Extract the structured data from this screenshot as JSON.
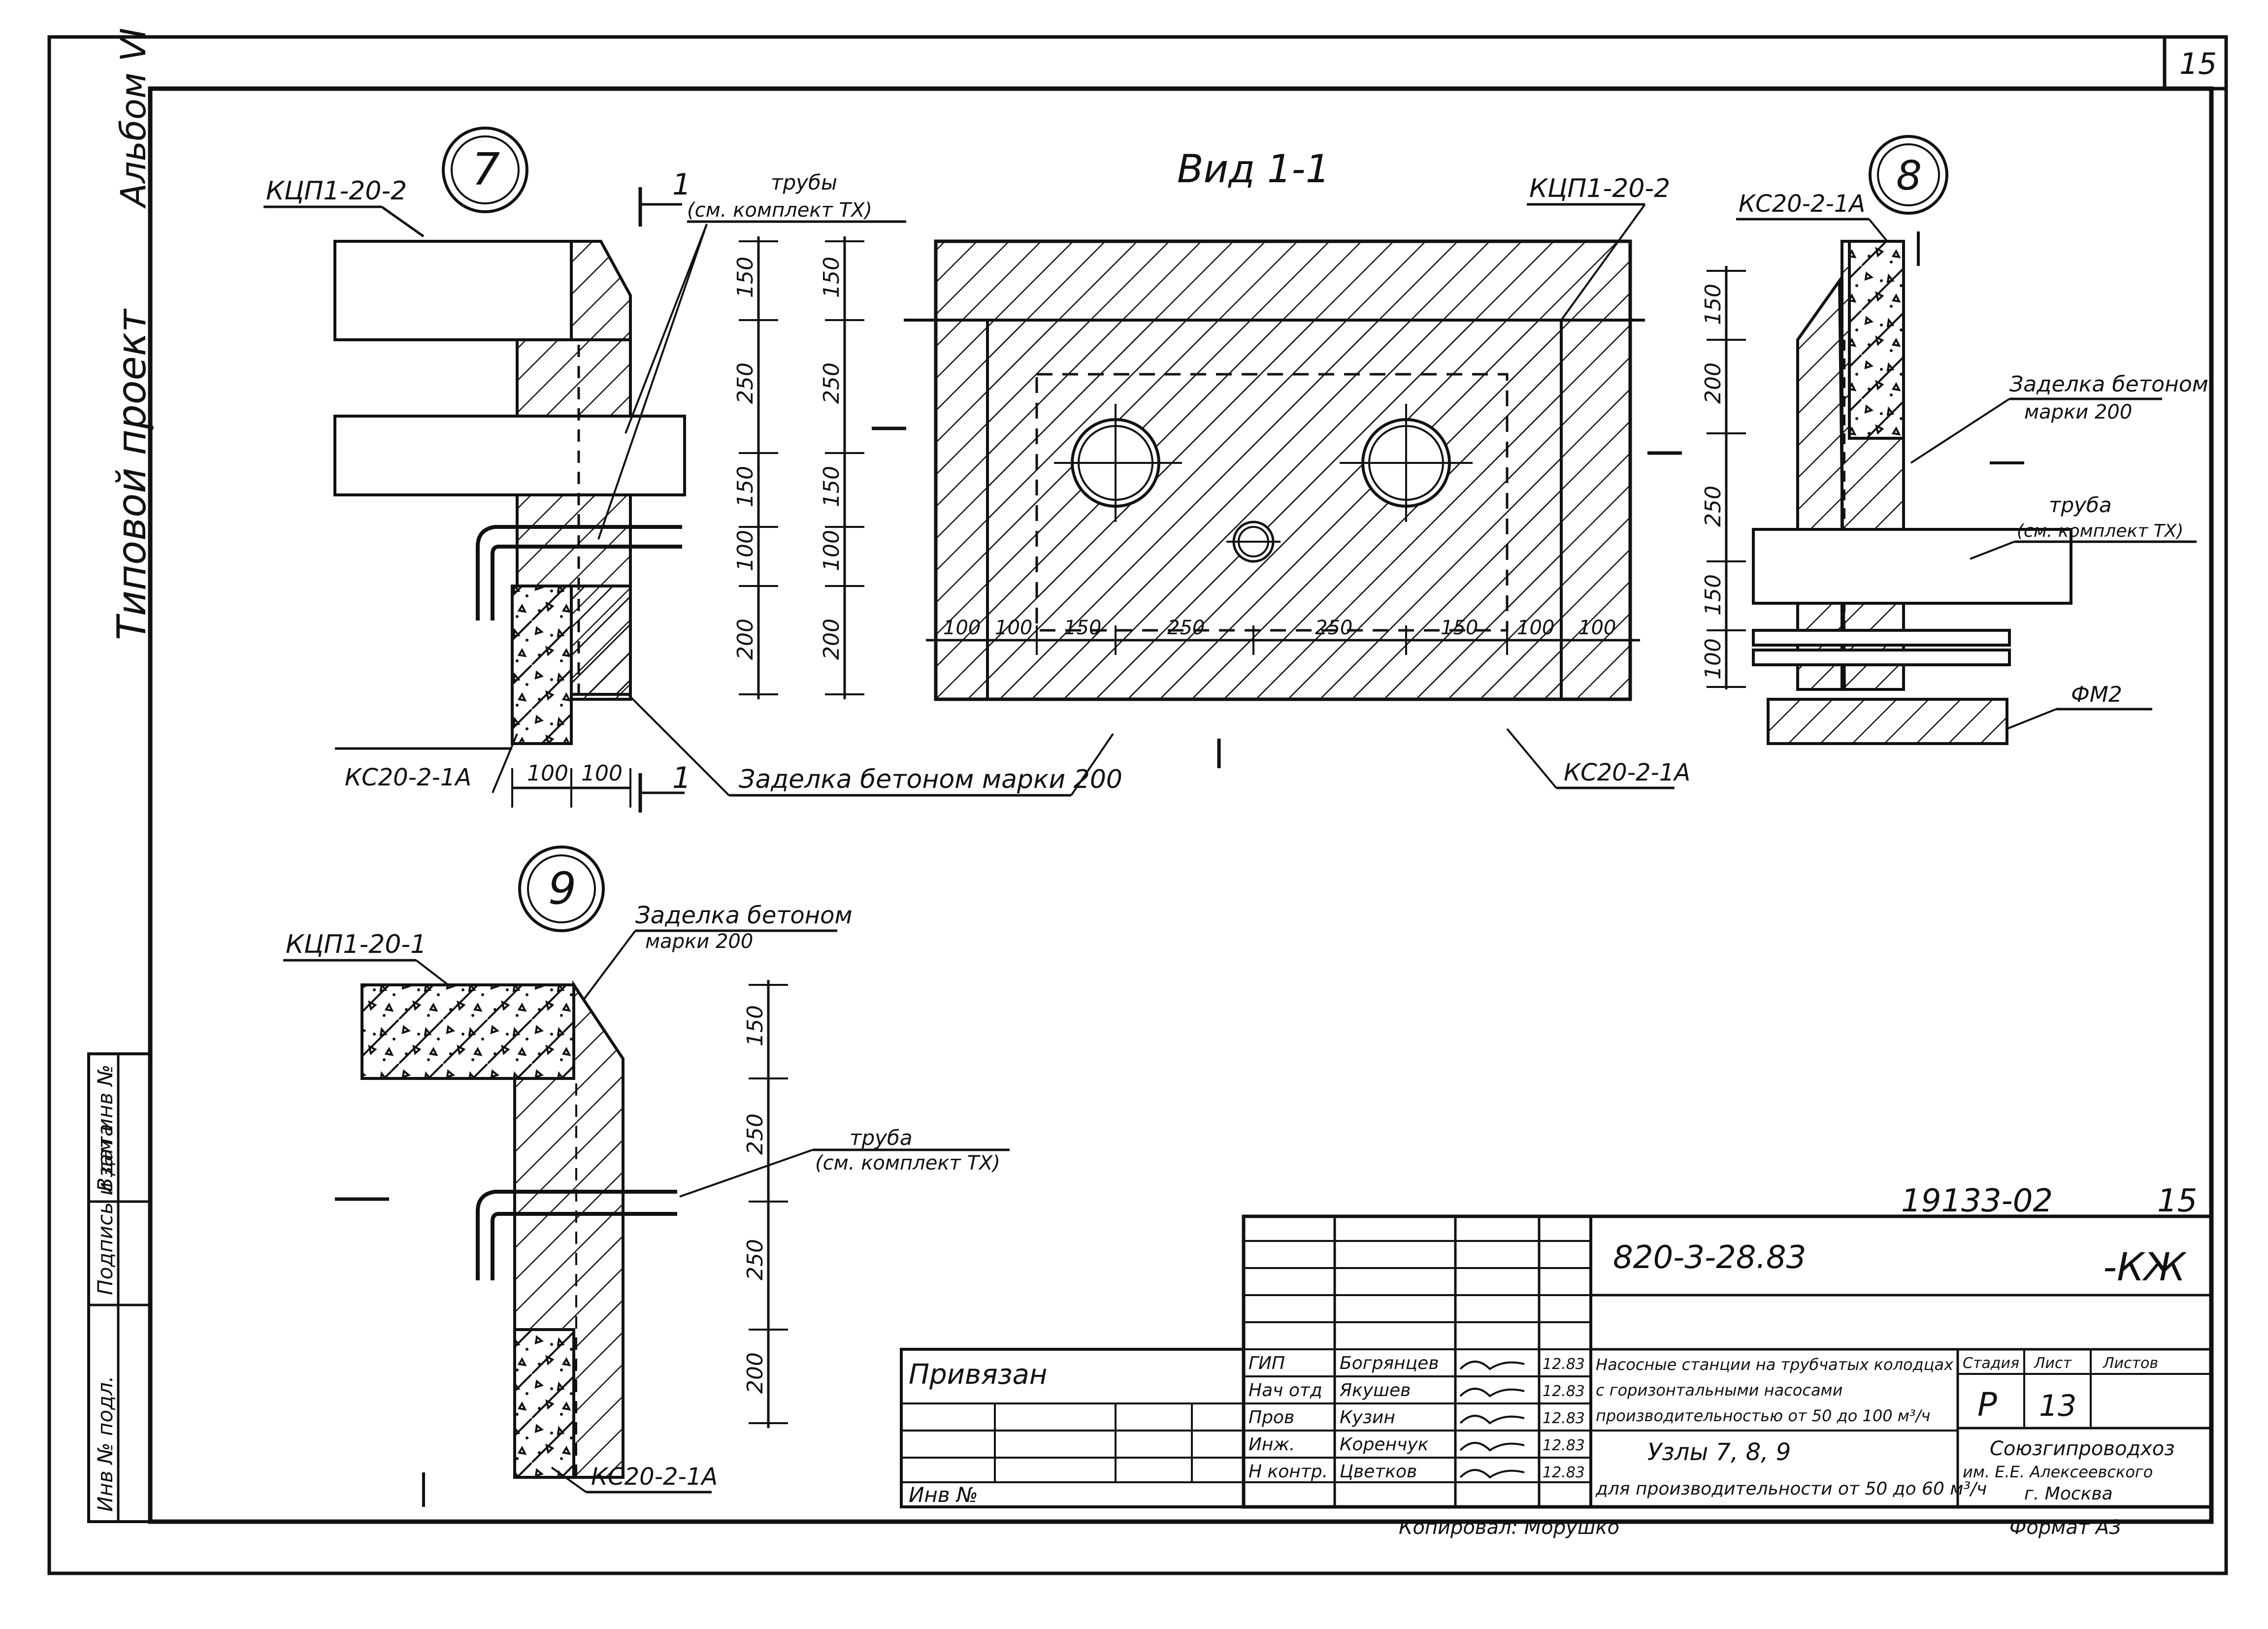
{
  "sheet": {
    "page_number": "15",
    "side_album": "Альбом VI",
    "side_project": "Типовой проект"
  },
  "side_stamp": {
    "col1": "Инв № подл.",
    "col2": "Подпись и дата",
    "col3": "Взам инв №"
  },
  "node7": {
    "number": "7",
    "label_top": "КЦП1-20-2",
    "label_bottom": "КС20-2-1А",
    "pipes_line1": "трубы",
    "pipes_line2": "(см. комплект ТХ)",
    "section_mark": "1",
    "dims_horizontal": [
      "100",
      "100"
    ],
    "dims_vertical": [
      "150",
      "250",
      "150",
      "100",
      "200"
    ],
    "seal": "Заделка бетоном марки 200"
  },
  "view11": {
    "title": "Вид 1-1",
    "label_top": "КЦП1-20-2",
    "label_bottom": "КС20-2-1А",
    "dims_vertical": [
      "150",
      "250",
      "150",
      "100",
      "200"
    ],
    "dims_horizontal": [
      "100",
      "100",
      "150",
      "250",
      "250",
      "150",
      "100",
      "100"
    ]
  },
  "node8": {
    "number": "8",
    "label_top": "КС20-2-1А",
    "seal_line1": "Заделка бетоном",
    "seal_line2": "марки 200",
    "pipe_line1": "труба",
    "pipe_line2": "(см. комплект ТХ)",
    "label_fm": "ФМ2",
    "dims_vertical": [
      "150",
      "200",
      "250",
      "150",
      "100"
    ]
  },
  "node9": {
    "number": "9",
    "label_top": "КЦП1-20-1",
    "seal_line1": "Заделка бетоном",
    "seal_line2": "марки 200",
    "pipe_line1": "труба",
    "pipe_line2": "(см. комплект ТХ)",
    "label_bottom": "КС20-2-1А",
    "dims_vertical": [
      "150",
      "250",
      "250",
      "200"
    ]
  },
  "title_block": {
    "inventory_no": "19133-02",
    "sheet_no": "15",
    "doc_code": "820-3-28.83",
    "doc_suffix": "-КЖ",
    "tied": "Привязан",
    "inv_label": "Инв №",
    "roles": [
      "ГИП",
      "Нач отд",
      "Пров",
      "Инж.",
      "Н контр."
    ],
    "names": [
      "Богрянцев",
      "Якушев",
      "Кузин",
      "Коренчук",
      "Цветков"
    ],
    "dates": [
      "12.83",
      "12.83",
      "12.83",
      "12.83",
      "12.83"
    ],
    "project_name": "Насосные станции на трубчатых колодцах с горизонтальными насосами производительностью от 50 до 100 м³/ч",
    "sheet_title": "Узлы 7, 8, 9",
    "sheet_subtitle": "для производительности от 50 до 60 м³/ч",
    "stage_header": "Стадия",
    "sheet_header": "Лист",
    "sheets_header": "Листов",
    "stage_value": "Р",
    "sheet_value": "13",
    "org_line1": "Союзгипроводхоз",
    "org_line2": "им. Е.Е. Алексеевского",
    "org_line3": "г. Москва",
    "copied_by": "Копировал: Морушко",
    "format": "Формат А3"
  }
}
